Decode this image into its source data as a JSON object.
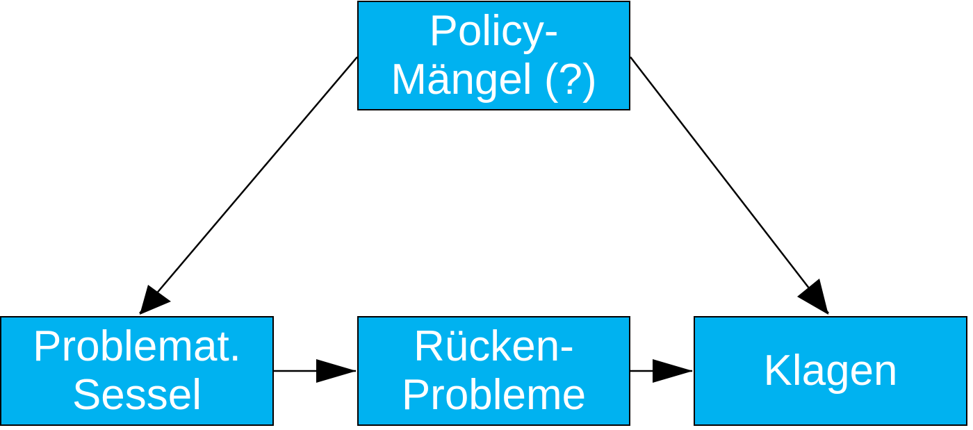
{
  "diagram": {
    "colors": {
      "node_fill": "#00b2f0",
      "node_border": "#000000",
      "node_text": "#ffffff",
      "edge": "#000000"
    },
    "nodes": {
      "policy": {
        "label": "Policy-\nMängel (?)"
      },
      "sessel": {
        "label": "Problemat.\nSessel"
      },
      "ruecken": {
        "label": "Rücken-\nProbleme"
      },
      "klagen": {
        "label": "Klagen"
      }
    },
    "edges": [
      {
        "from": "policy",
        "to": "sessel"
      },
      {
        "from": "policy",
        "to": "klagen"
      },
      {
        "from": "sessel",
        "to": "ruecken"
      },
      {
        "from": "ruecken",
        "to": "klagen"
      }
    ]
  }
}
